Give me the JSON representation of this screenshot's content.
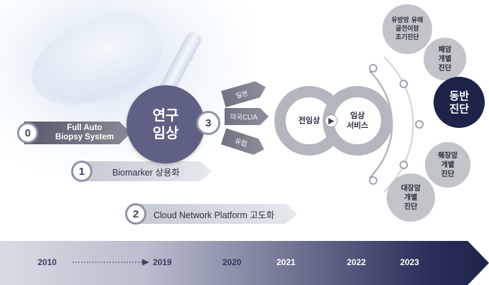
{
  "left": {
    "step0": {
      "number": "0",
      "label_line1": "Full Auto",
      "label_line2": "Biopsy System"
    },
    "step1": {
      "number": "1",
      "label": "Biomarker 상용화"
    },
    "step2": {
      "number": "2",
      "label": "Cloud Network Platform 고도화"
    },
    "center": {
      "line1": "연구",
      "line2": "임상"
    },
    "step3": {
      "number": "3"
    }
  },
  "regions": [
    "일본",
    "미국CLIA",
    "유럽"
  ],
  "rings": {
    "first": "전임상",
    "second_line1": "임상",
    "second_line2": "서비스"
  },
  "outcomes": {
    "breast": [
      "유방암 유래",
      "골전이암",
      "조기진단"
    ],
    "lung": [
      "폐암",
      "개별",
      "진단"
    ],
    "companion": [
      "동반",
      "진단"
    ],
    "pancreas": [
      "췌장암",
      "개별",
      "진단"
    ],
    "colon": [
      "대장암",
      "개별",
      "진단"
    ]
  },
  "timeline": {
    "years": [
      "2010",
      "2019",
      "2020",
      "2021",
      "2022",
      "2023"
    ]
  },
  "colors": {
    "navy": "#1d2349",
    "purple": "#5e6084",
    "gray": "#c2c4ca"
  }
}
